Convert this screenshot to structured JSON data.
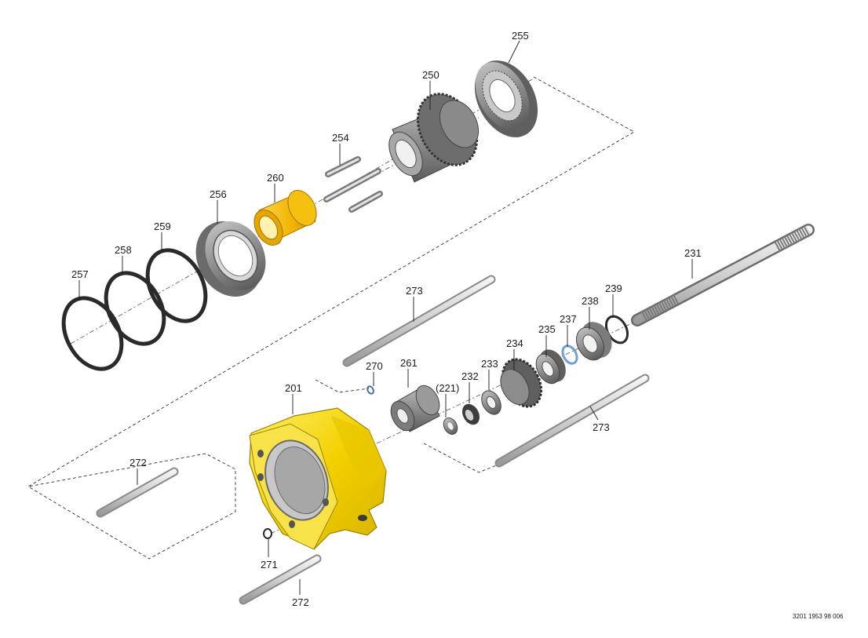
{
  "parts": {
    "p255": "255",
    "p250": "250",
    "p254": "254",
    "p260": "260",
    "p256": "256",
    "p259": "259",
    "p258": "258",
    "p257": "257",
    "p231": "231",
    "p239": "239",
    "p238": "238",
    "p237": "237",
    "p235": "235",
    "p234": "234",
    "p273a": "273",
    "p270": "270",
    "p261": "261",
    "p233": "233",
    "p232": "232",
    "p221": "(221)",
    "p201": "201",
    "p273b": "273",
    "p272a": "272",
    "p271": "271",
    "p272b": "272"
  },
  "document_number": "3201 1953 98 006",
  "colors": {
    "housing_yellow": "#f2d000",
    "bushing_orange": "#f0b400",
    "steel_grey": "#8a8a8a",
    "dark_grey": "#5a5a5a",
    "clip_blue": "#6fa0d8"
  }
}
